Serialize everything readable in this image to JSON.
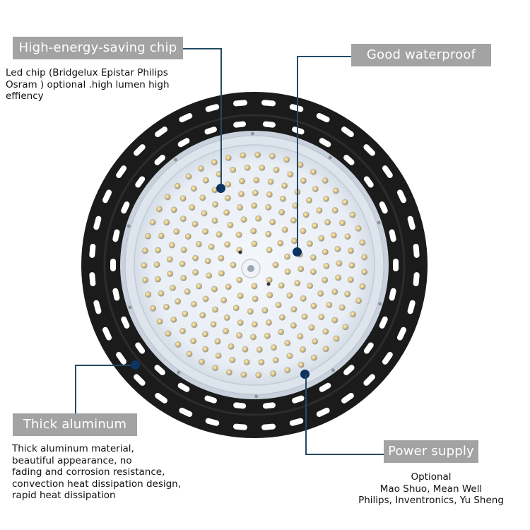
{
  "callouts": {
    "chip": {
      "title": "High-energy-saving chip",
      "description": [
        "Led chip (Bridgelux Epistar Philips",
        "Osram ) optional .high lumen high",
        "effiency"
      ]
    },
    "waterproof": {
      "title": "Good waterproof"
    },
    "aluminum": {
      "title": "Thick aluminum",
      "description": [
        "Thick aluminum material,",
        "beautiful appearance, no",
        "fading and corrosion resistance,",
        "convection heat dissipation design,",
        "rapid heat dissipation"
      ]
    },
    "power": {
      "title": "Power supply",
      "description": [
        "Optional",
        "Mao Shuo, Mean Well",
        "Philips, Inventronics, Yu Sheng"
      ]
    }
  },
  "colors": {
    "label_bg": "#a3a3a3",
    "leader_line": "#244a66",
    "marker_dot": "#0d3360",
    "housing": "#1a1a1a",
    "led_panel": "#eef3f8",
    "led_chip": "#d9c48a"
  }
}
